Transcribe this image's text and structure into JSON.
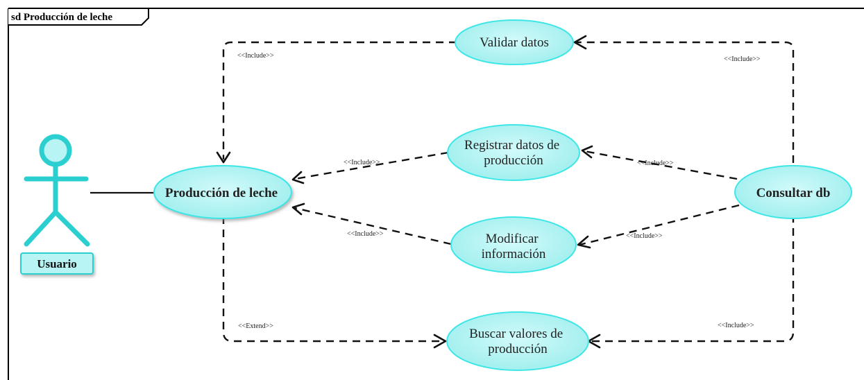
{
  "frame": {
    "title": "sd Producción de leche"
  },
  "colors": {
    "usecase_fill": "#b8f4f4",
    "usecase_stroke": "#3ee6e6",
    "actor": "#2ccfcf",
    "line": "#111111"
  },
  "actor": {
    "name": "Usuario",
    "icon": "stick-figure-icon"
  },
  "usecases": {
    "produccion": {
      "lines": [
        "Producción de leche"
      ]
    },
    "validar": {
      "lines": [
        "Validar datos"
      ]
    },
    "registrar": {
      "lines": [
        "Registrar datos de",
        "producción"
      ]
    },
    "modificar": {
      "lines": [
        "Modificar",
        "información"
      ]
    },
    "buscar": {
      "lines": [
        "Buscar valores de",
        "producción"
      ]
    },
    "consultar": {
      "lines": [
        "Consultar db"
      ]
    }
  },
  "relations": {
    "include_validar_produccion": "<<Include>>",
    "include_consultar_validar": "<<Include>>",
    "include_registrar_produccion": "<<Include>>",
    "include_consultar_registrar": "<<Include>>",
    "include_modificar_produccion": "<<Include>>",
    "include_consultar_modificar": "<<Include>>",
    "extend_produccion_buscar": "<<Extend>>",
    "include_consultar_buscar": "<<Include>>"
  }
}
